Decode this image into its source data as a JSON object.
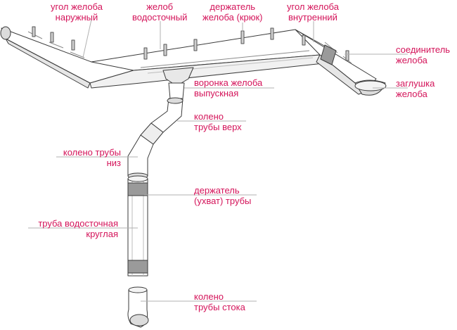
{
  "colors": {
    "label": "#d4145a",
    "leader": "#b0b0b0",
    "outline": "#3a3a3a",
    "fill": "#ffffff",
    "shade": "#c8c8c8"
  },
  "labels": {
    "outer_corner": [
      "угол желоба",
      "наружный"
    ],
    "gutter": [
      "желоб",
      "водосточный"
    ],
    "hook": [
      "держатель",
      "желоба (крюк)"
    ],
    "inner_corner": [
      "угол желоба",
      "внутренний"
    ],
    "connector": [
      "соединитель",
      "желоба"
    ],
    "end_cap": [
      "заглушка",
      "желоба"
    ],
    "funnel": [
      "воронка желоба",
      "выпускная"
    ],
    "elbow_top": [
      "колено",
      "трубы верх"
    ],
    "elbow_bottom": [
      "колено трубы",
      "низ"
    ],
    "pipe_bracket": [
      "держатель",
      "(ухват) трубы"
    ],
    "pipe": [
      "труба водосточная",
      "круглая"
    ],
    "outlet": [
      "колено",
      "трубы стока"
    ]
  }
}
